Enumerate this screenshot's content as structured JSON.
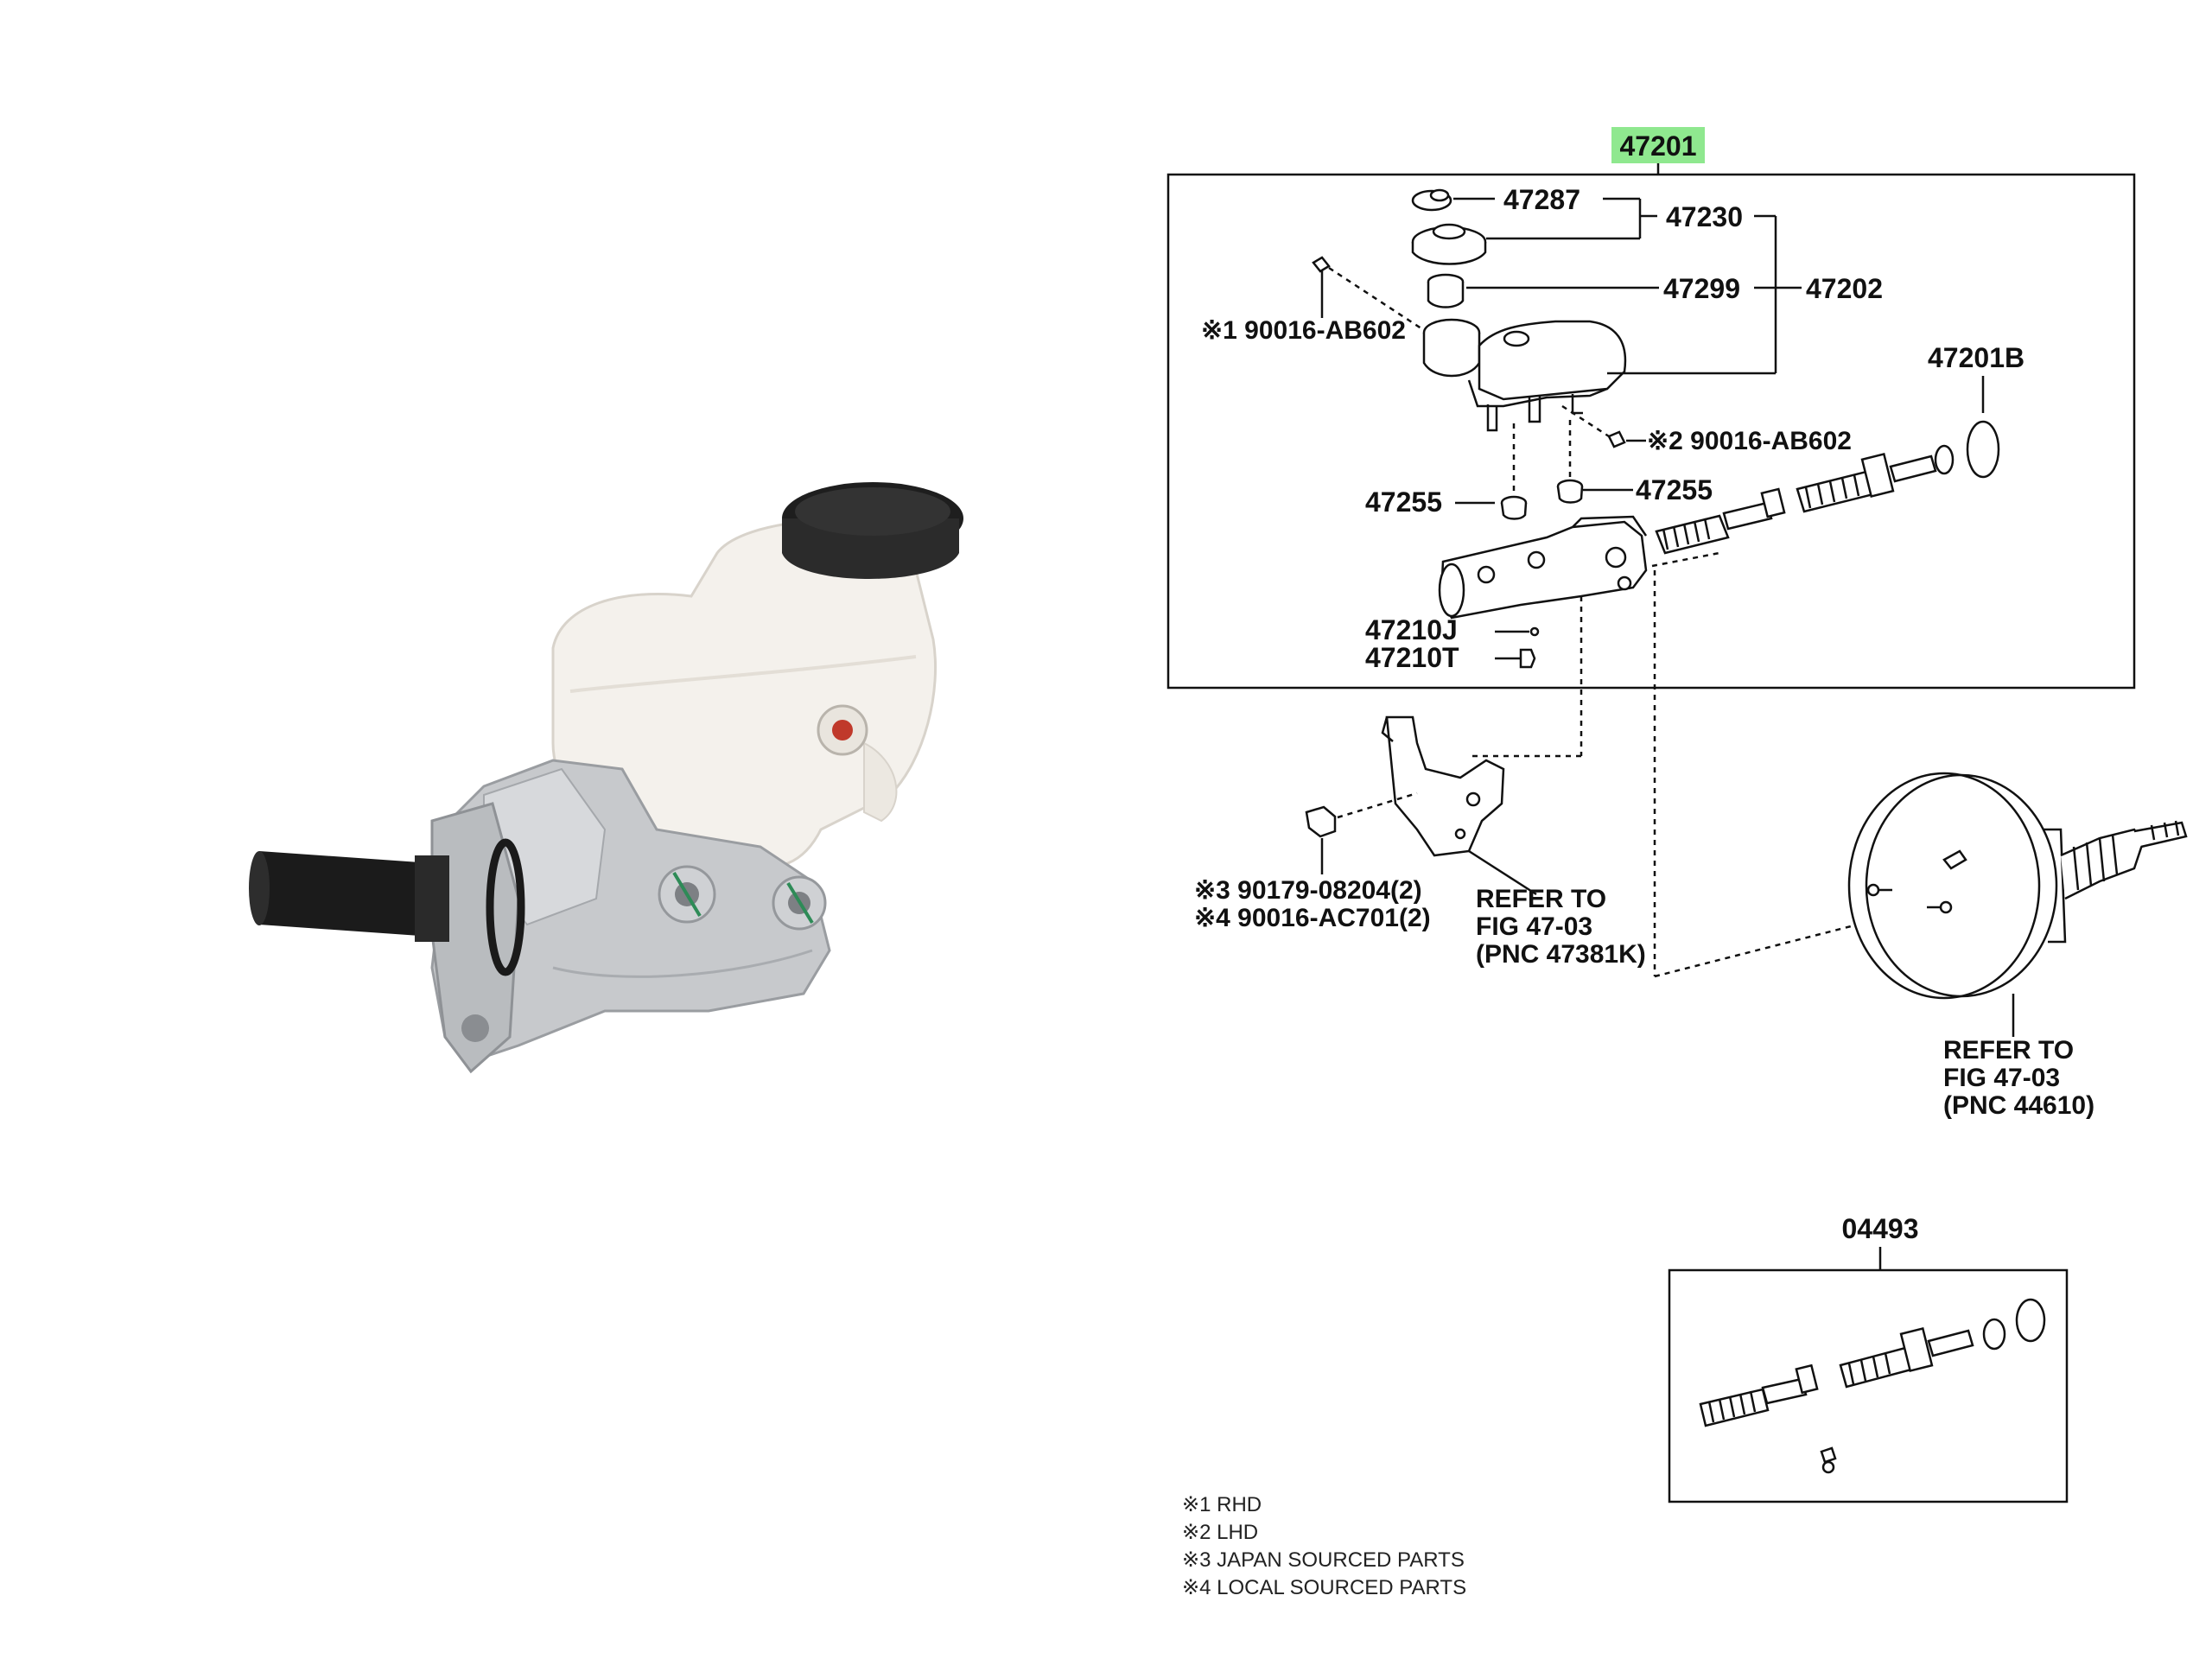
{
  "highlight_color": "#8fe88f",
  "labels": {
    "main_assy": "47201",
    "cap_gasket": "47287",
    "cap_assy": "47230",
    "strainer": "47299",
    "reservoir": "47202",
    "screw_rhd": "※1 90016-AB602",
    "screw_lhd": "※2 90016-AB602",
    "kit_seal": "47201B",
    "grommet_left": "47255",
    "grommet_right": "47255",
    "plug_j": "47210J",
    "plug_t": "47210T",
    "nut_japan": "※3 90179-08204(2)",
    "nut_local": "※4 90016-AC701(2)",
    "bracket_ref_line1": "REFER TO",
    "bracket_ref_line2": "FIG 47-03",
    "bracket_ref_line3": "(PNC 47381K)",
    "booster_ref_line1": "REFER TO",
    "booster_ref_line2": "FIG 47-03",
    "booster_ref_line3": "(PNC 44610)",
    "kit_piston": "04493"
  },
  "notes": [
    "※1 RHD",
    "※2 LHD",
    "※3 JAPAN SOURCED PARTS",
    "※4 LOCAL SOURCED PARTS"
  ]
}
